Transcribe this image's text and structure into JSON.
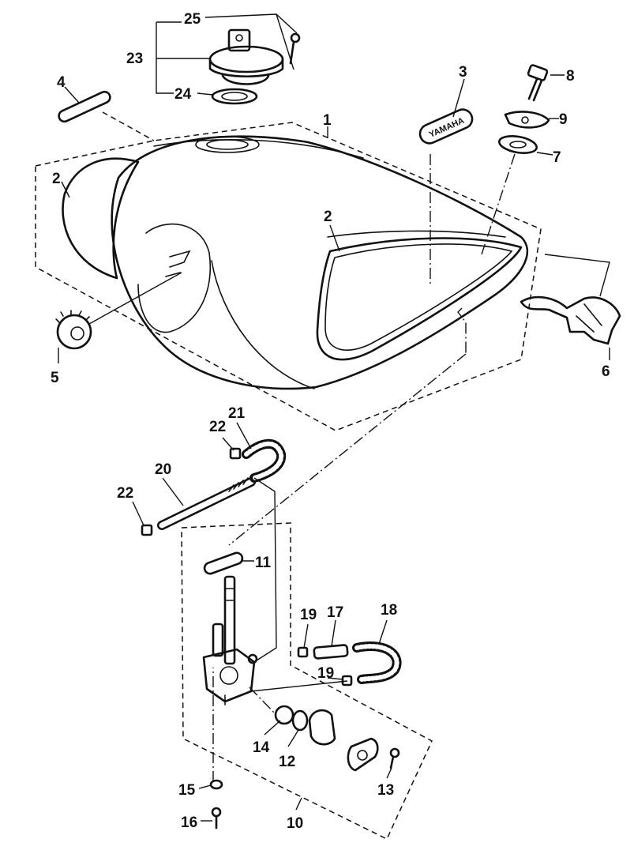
{
  "diagram": {
    "callouts": [
      {
        "id": "1",
        "label": "1"
      },
      {
        "id": "2a",
        "label": "2"
      },
      {
        "id": "2b",
        "label": "2"
      },
      {
        "id": "3",
        "label": "3"
      },
      {
        "id": "4",
        "label": "4"
      },
      {
        "id": "5",
        "label": "5"
      },
      {
        "id": "6",
        "label": "6"
      },
      {
        "id": "7",
        "label": "7"
      },
      {
        "id": "8",
        "label": "8"
      },
      {
        "id": "9",
        "label": "9"
      },
      {
        "id": "10",
        "label": "10"
      },
      {
        "id": "11",
        "label": "11"
      },
      {
        "id": "12",
        "label": "12"
      },
      {
        "id": "13",
        "label": "13"
      },
      {
        "id": "14",
        "label": "14"
      },
      {
        "id": "15",
        "label": "15"
      },
      {
        "id": "16",
        "label": "16"
      },
      {
        "id": "17",
        "label": "17"
      },
      {
        "id": "18",
        "label": "18"
      },
      {
        "id": "19a",
        "label": "19"
      },
      {
        "id": "19b",
        "label": "19"
      },
      {
        "id": "20",
        "label": "20"
      },
      {
        "id": "21",
        "label": "21"
      },
      {
        "id": "22a",
        "label": "22"
      },
      {
        "id": "22b",
        "label": "22"
      },
      {
        "id": "23",
        "label": "23"
      },
      {
        "id": "24",
        "label": "24"
      },
      {
        "id": "25",
        "label": "25"
      }
    ],
    "emblem_text": "YAMAHA"
  }
}
